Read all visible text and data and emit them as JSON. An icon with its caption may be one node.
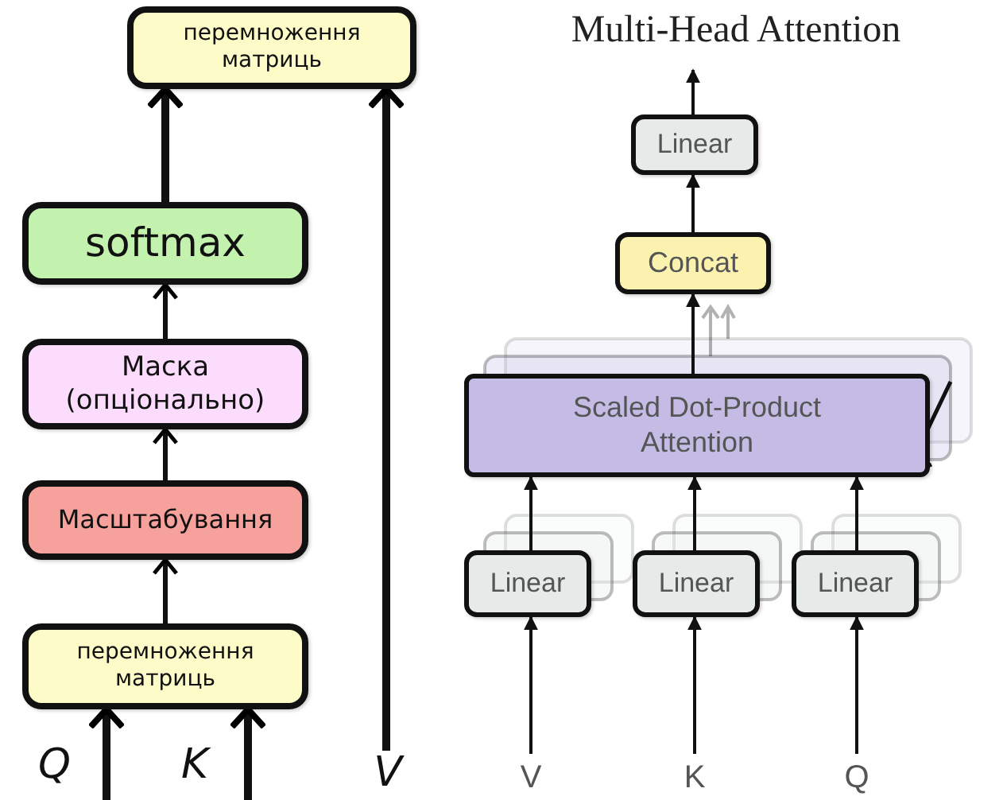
{
  "diagram": {
    "title": "Multi-Head Attention",
    "nodes": [
      {
        "text": [
          "перемноження матриць"
        ]
      },
      {
        "text": [
          "softmax"
        ]
      },
      {
        "text": [
          "Маска (опціонально)"
        ]
      },
      {
        "text": [
          "Масштабування"
        ]
      },
      {
        "text": [
          "перемноження матриць"
        ]
      },
      {
        "text": [
          "Linear"
        ]
      },
      {
        "text": [
          "Concat"
        ]
      },
      {
        "text": [
          "Scaled Dot-Product Attention"
        ]
      },
      {
        "text": [
          "Linear"
        ]
      },
      {
        "text": [
          "Linear"
        ]
      },
      {
        "text": [
          "Linear"
        ]
      },
      {
        "text": [
          "V"
        ]
      },
      {
        "text": [
          "K"
        ]
      },
      {
        "text": [
          "Q"
        ]
      },
      {
        "text": [
          "V"
        ]
      }
    ],
    "edges": [
      {
        "from": null,
        "to": 4,
        "arrow": "to",
        "style": "thick"
      },
      {
        "from": null,
        "to": 4,
        "arrow": "to",
        "style": "thick"
      },
      {
        "from": 14,
        "to": 0,
        "arrow": "to",
        "style": "thick"
      },
      {
        "from": 4,
        "to": 3,
        "arrow": "to"
      },
      {
        "from": 3,
        "to": 2,
        "arrow": "to"
      },
      {
        "from": 2,
        "to": 1,
        "arrow": "to"
      },
      {
        "from": 1,
        "to": 0,
        "arrow": "to",
        "style": "thick"
      },
      {
        "from": 11,
        "to": 8,
        "arrow": "to"
      },
      {
        "from": 12,
        "to": 9,
        "arrow": "to"
      },
      {
        "from": 13,
        "to": 10,
        "arrow": "to"
      },
      {
        "from": 8,
        "to": 7,
        "arrow": "to"
      },
      {
        "from": 9,
        "to": 7,
        "arrow": "to"
      },
      {
        "from": 10,
        "to": 7,
        "arrow": "to"
      },
      {
        "from": 7,
        "to": 6,
        "arrow": "to"
      },
      {
        "from": 6,
        "to": 5,
        "arrow": "to"
      },
      {
        "from": 5,
        "to": null,
        "arrow": "to"
      }
    ],
    "labels": [
      "Q",
      "K"
    ]
  }
}
